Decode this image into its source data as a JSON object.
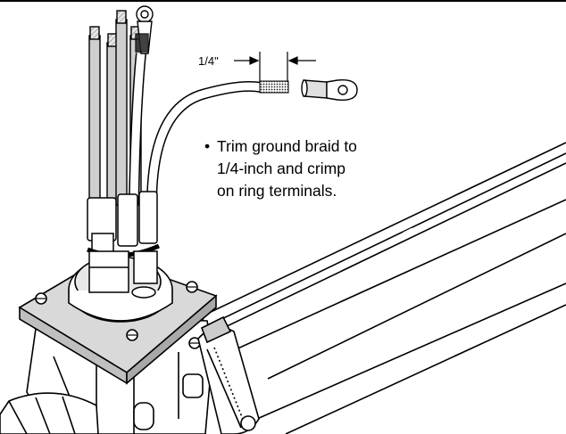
{
  "figure": {
    "dimension_label": "1/4\"",
    "instruction": {
      "bullet": "•",
      "lines": [
        "Trim ground braid to",
        "1/4-inch and crimp",
        "on ring terminals."
      ]
    }
  },
  "colors": {
    "ink": "#000000",
    "wire_fill": "#c8c8c8",
    "plate_fill": "#d9d9d9",
    "paper": "#ffffff"
  }
}
